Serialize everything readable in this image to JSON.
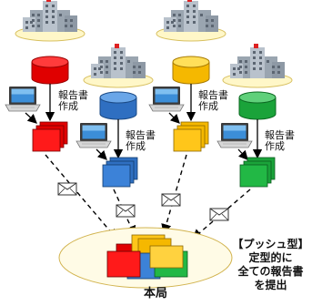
{
  "branches": [
    {
      "id": "red",
      "color": "#e00000",
      "label_line1": "報告書",
      "label_line2": "作成"
    },
    {
      "id": "blue",
      "color": "#2f6fc1",
      "label_line1": "報告書",
      "label_line2": "作成"
    },
    {
      "id": "yellow",
      "color": "#f5b800",
      "label_line1": "報告書",
      "label_line2": "作成"
    },
    {
      "id": "green",
      "color": "#1aa33a",
      "label_line1": "報告書",
      "label_line2": "作成"
    }
  ],
  "headquarters": {
    "label": "本局"
  },
  "push_note": {
    "title": "【プッシュ型】",
    "line2": "定型的に",
    "line3": "全ての報告書",
    "line4": "を提出"
  },
  "icons": [
    "building-icon",
    "database-icon",
    "laptop-icon",
    "document-stack-icon",
    "envelope-icon"
  ]
}
